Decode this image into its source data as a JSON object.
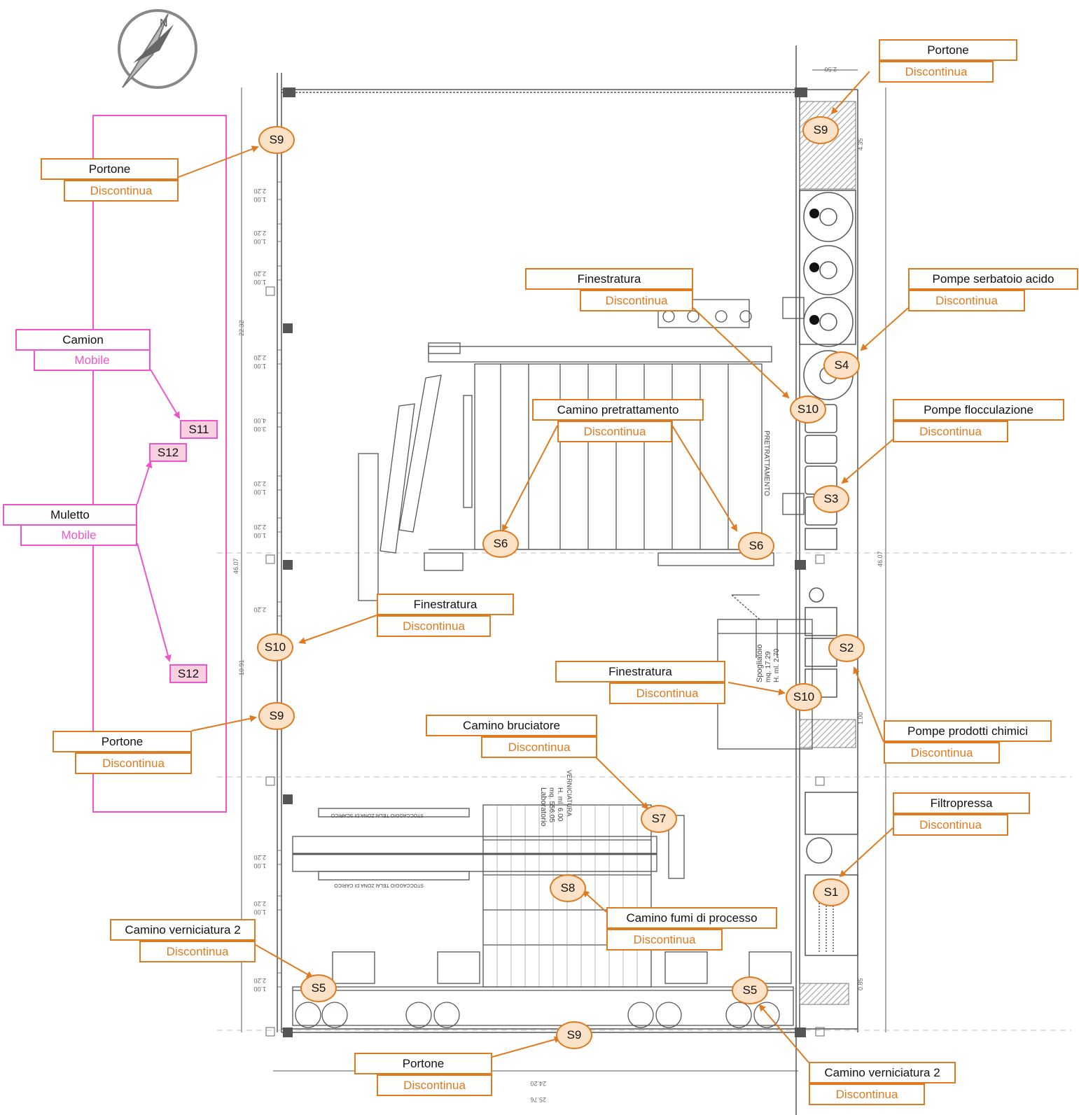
{
  "labels": [
    {
      "id": "portone-top-right",
      "title": "Portone",
      "sub": "Discontinua"
    },
    {
      "id": "portone-top-left",
      "title": "Portone",
      "sub": "Discontinua"
    },
    {
      "id": "finestratura-top",
      "title": "Finestratura",
      "sub": "Discontinua"
    },
    {
      "id": "pompe-serbatoio",
      "title": "Pompe serbatoio acido",
      "sub": "Discontinua"
    },
    {
      "id": "camino-pretrattamento",
      "title": "Camino pretrattamento",
      "sub": "Discontinua"
    },
    {
      "id": "pompe-flocculazione",
      "title": "Pompe flocculazione",
      "sub": "Discontinua"
    },
    {
      "id": "camion",
      "title": "Camion",
      "sub": "Mobile"
    },
    {
      "id": "muletto",
      "title": "Muletto",
      "sub": "Mobile"
    },
    {
      "id": "finestratura-mid",
      "title": "Finestratura",
      "sub": "Discontinua"
    },
    {
      "id": "finestratura-low",
      "title": "Finestratura",
      "sub": "Discontinua"
    },
    {
      "id": "camino-bruciatore",
      "title": "Camino bruciatore",
      "sub": "Discontinua"
    },
    {
      "id": "portone-mid-left",
      "title": "Portone",
      "sub": "Discontinua"
    },
    {
      "id": "pompe-prodotti",
      "title": "Pompe prodotti chimici",
      "sub": "Discontinua"
    },
    {
      "id": "filtropressa",
      "title": "Filtropressa",
      "sub": "Discontinua"
    },
    {
      "id": "camino-fumi",
      "title": "Camino fumi di processo",
      "sub": "Discontinua"
    },
    {
      "id": "camino-verniciatura-left",
      "title": "Camino verniciatura 2",
      "sub": "Discontinua"
    },
    {
      "id": "portone-bottom",
      "title": "Portone",
      "sub": "Discontinua"
    },
    {
      "id": "camino-verniciatura-right",
      "title": "Camino verniciatura 2",
      "sub": "Discontinua"
    }
  ],
  "markers": {
    "s9_top_left": "S9",
    "s9_top_right": "S9",
    "s4": "S4",
    "s10_top": "S10",
    "s6_left": "S6",
    "s6_right": "S6",
    "s3": "S3",
    "s10_left": "S10",
    "s2": "S2",
    "s10_low": "S10",
    "s9_mid_left": "S9",
    "s7": "S7",
    "s8": "S8",
    "s1": "S1",
    "s5_left": "S5",
    "s5_right": "S5",
    "s9_bottom": "S9"
  },
  "pink_markers": {
    "s11": "S11",
    "s12_top": "S12",
    "s12_bottom": "S12"
  },
  "colors": {
    "accent": "#e07a1f",
    "marker_fill": "#fde2c8",
    "pink": "#ee55cc",
    "pink_fill": "#f9d0e0",
    "drawing": "#555555"
  },
  "drawing_text": {
    "pretrattamento": "PRETRATTAMENTO",
    "verniciatura": "VERNICIATURA",
    "laboratorio": "Laboratorio",
    "lab_mq": "mq. 556.05",
    "lab_h": "H. ml. 6.00",
    "spogliatoio": "Spogliatoio",
    "spogl_mq": "mq. 17.29",
    "spogl_h": "H. ml. 2.70",
    "stoccaggio_scarico": "STOCCAGGIO TELAI ZONA DI SCARICO",
    "stoccaggio_carico": "STOCCAGGIO TELAI ZONA DI CARICO",
    "dim_total_left": "46.07",
    "dim_total_right": "46.07",
    "dim_22": "22.32",
    "dim_1091": "10.91",
    "dim_2420": "24.20",
    "dim_2576": "25.76",
    "dim_250": "2.50",
    "dim_435": "4.35",
    "dim_2_20": "2.20",
    "dim_1_00": "1.00",
    "dim_4_00": "4.00",
    "dim_3_00": "3.00",
    "dim_085": "0.85",
    "dim_1_00b": "1.00"
  }
}
